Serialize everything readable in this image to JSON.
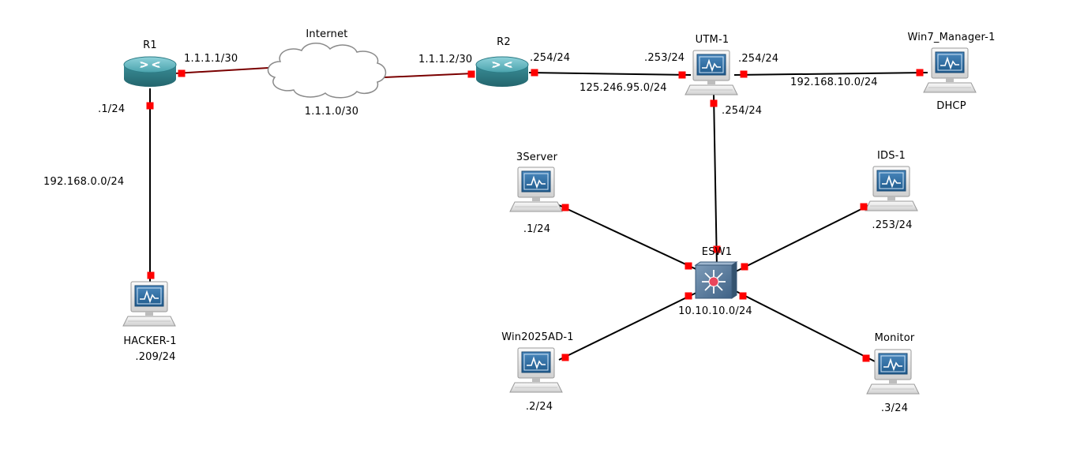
{
  "devices": {
    "r1": {
      "name": "R1",
      "type": "router-icon"
    },
    "r2": {
      "name": "R2",
      "type": "router-icon"
    },
    "internet": {
      "name": "Internet",
      "type": "cloud-icon"
    },
    "utm1": {
      "name": "UTM-1",
      "type": "pc-icon"
    },
    "win7": {
      "name": "Win7_Manager-1",
      "type": "pc-icon",
      "note": "DHCP"
    },
    "hacker": {
      "name": "HACKER-1",
      "type": "pc-icon",
      "ip": ".209/24"
    },
    "server3": {
      "name": "3Server",
      "type": "pc-icon",
      "ip": ".1/24"
    },
    "ids1": {
      "name": "IDS-1",
      "type": "pc-icon",
      "ip": ".253/24"
    },
    "esw1": {
      "name": "ESW1",
      "type": "switch-icon",
      "subnet": "10.10.10.0/24"
    },
    "win2025": {
      "name": "Win2025AD-1",
      "type": "pc-icon",
      "ip": ".2/24"
    },
    "monitor": {
      "name": "Monitor",
      "type": "pc-icon",
      "ip": ".3/24"
    }
  },
  "labels": {
    "r1_wan_ip": "1.1.1.1/30",
    "r1_lan_ip": ".1/24",
    "r2_wan_ip": "1.1.1.2/30",
    "r2_lan_ip": ".254/24",
    "internet_net": "1.1.1.0/30",
    "lan_hacker_net": "192.168.0.0/24",
    "utm_outside_ip": ".253/24",
    "utm_inside_ip": ".254/24",
    "utm_dmz_ip": ".254/24",
    "utm_outside_net": "125.246.95.0/24",
    "mgmt_net": "192.168.10.0/24"
  },
  "colors": {
    "port": "#ff0000",
    "wan_link": "#7a0000",
    "lan_link": "#000000",
    "router_body": "#3f9ba6",
    "switch_body": "#4f7396",
    "monitor_screen": "#2f6c9f"
  }
}
